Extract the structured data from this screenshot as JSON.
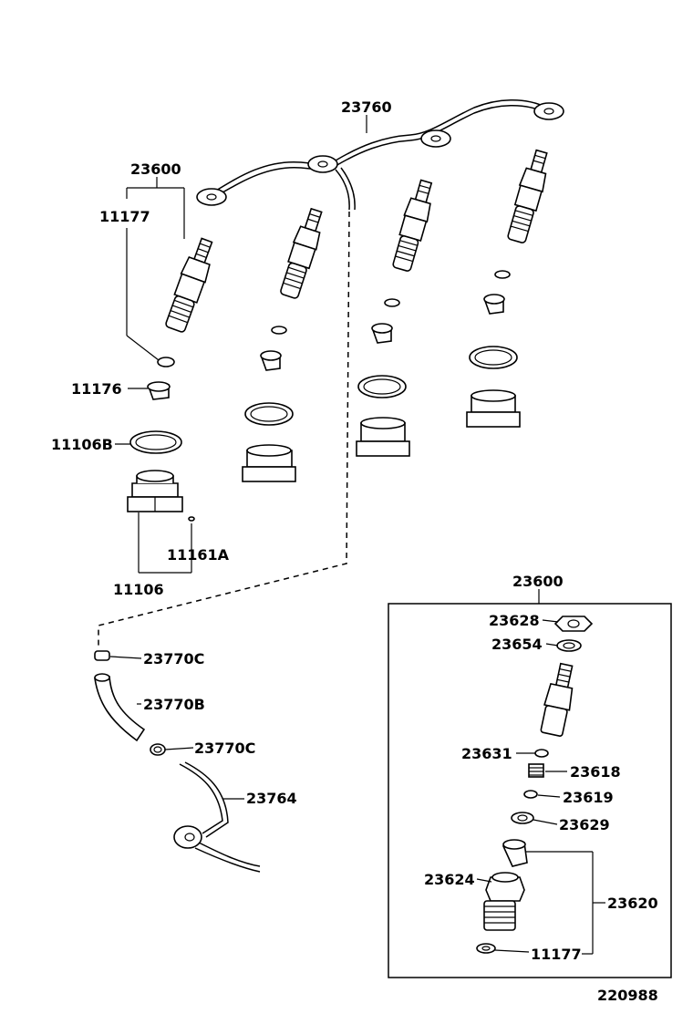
{
  "labels": {
    "p23760": "23760",
    "p23600_top": "23600",
    "p11177_top": "11177",
    "p11176": "11176",
    "p11106B": "11106B",
    "p11161A": "11161A",
    "p11106": "11106",
    "p23770C_a": "23770C",
    "p23770B": "23770B",
    "p23770C_b": "23770C",
    "p23764": "23764",
    "p23600_box": "23600",
    "p23628": "23628",
    "p23654": "23654",
    "p23631": "23631",
    "p23618": "23618",
    "p23619": "23619",
    "p23629": "23629",
    "p23624": "23624",
    "p23620": "23620",
    "p11177_box": "11177",
    "figure_code": "220988"
  }
}
